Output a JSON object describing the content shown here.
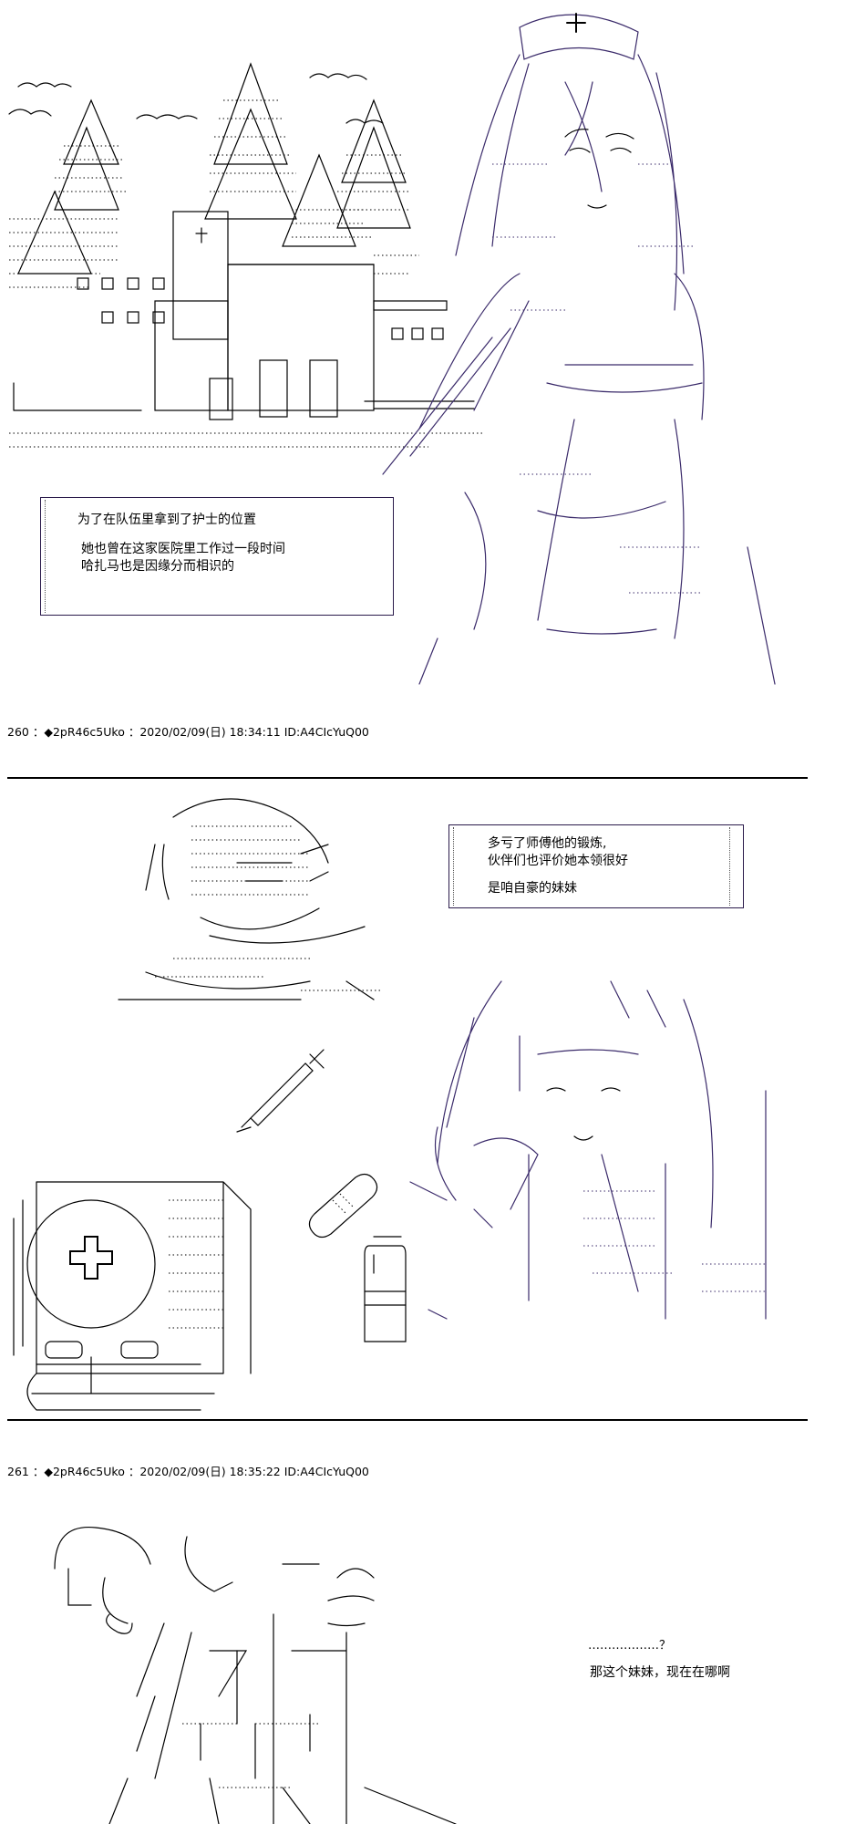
{
  "panel1": {
    "narration": {
      "lines": [
        "为了在队伍里拿到了护士的位置",
        "她也曾在这家医院里工作过一段时间",
        "哈扎马也是因缘分而相识的"
      ]
    },
    "icons": [
      "church-cross-icon",
      "nurse-cap-cross-icon"
    ]
  },
  "post_260": {
    "header": "260 ：◆2pR46c5Uko ：2020/02/09(日) 18:34:11 ID:A4CIcYuQ00"
  },
  "panel2": {
    "narration": {
      "lines": [
        "多亏了师傅他的锻炼,",
        "伙伴们也评价她本领很好",
        "是咱自豪的妹妹"
      ]
    },
    "icons": [
      "medical-bag-cross-icon",
      "syringe-icon",
      "bandage-icon",
      "pill-bottle-icon"
    ]
  },
  "post_261": {
    "header": "261 ：◆2pR46c5Uko ：2020/02/09(日) 18:35:22 ID:A4CIcYuQ00"
  },
  "panel3": {
    "ellipsis": "………………？",
    "dialogue": "那这个妹妹，现在在哪啊"
  }
}
